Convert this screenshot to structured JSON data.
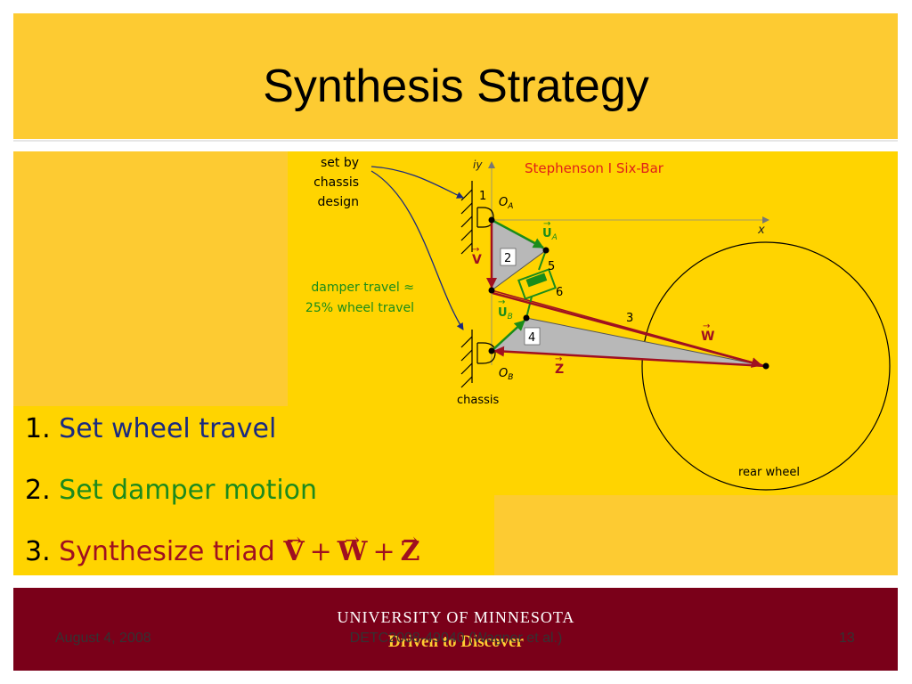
{
  "slide": {
    "title": "Synthesis Strategy",
    "colors": {
      "gold": "#fdcb32",
      "maroon": "#7a0019",
      "figure_bg": "#ffd400"
    }
  },
  "figure": {
    "set_by": [
      "set by",
      "chassis",
      "design"
    ],
    "damper_note": [
      "damper travel ≈",
      "25% wheel travel"
    ],
    "axis_iy": "iy",
    "axis_x": "x",
    "heading": "Stephenson I Six-Bar",
    "label_1": "1",
    "label_oa": "O",
    "label_oa_sub": "A",
    "label_ua": "U",
    "label_ua_sub": "A",
    "label_2": "2",
    "label_5": "5",
    "label_6": "6",
    "label_v": "V",
    "label_ub": "U",
    "label_ub_sub": "B",
    "label_3": "3",
    "label_w": "W",
    "label_4": "4",
    "label_ob": "O",
    "label_ob_sub": "B",
    "label_z": "Z",
    "chassis": "chassis",
    "rear_wheel": "rear wheel"
  },
  "steps": [
    {
      "num": "1.",
      "text": "Set wheel travel"
    },
    {
      "num": "2.",
      "text": "Set damper motion"
    },
    {
      "num": "3.",
      "text": "Synthesize triad",
      "v": "V",
      "w": "W",
      "z": "Z",
      "plus": "+",
      "arrow": "→"
    }
  ],
  "footer": {
    "university": "UNIVERSITY OF MINNESOTA",
    "tagline": "Driven to Discover",
    "date": "August 4, 2008",
    "reference": "DETC2008-49040 (Wagner et al.)",
    "page": "13"
  }
}
